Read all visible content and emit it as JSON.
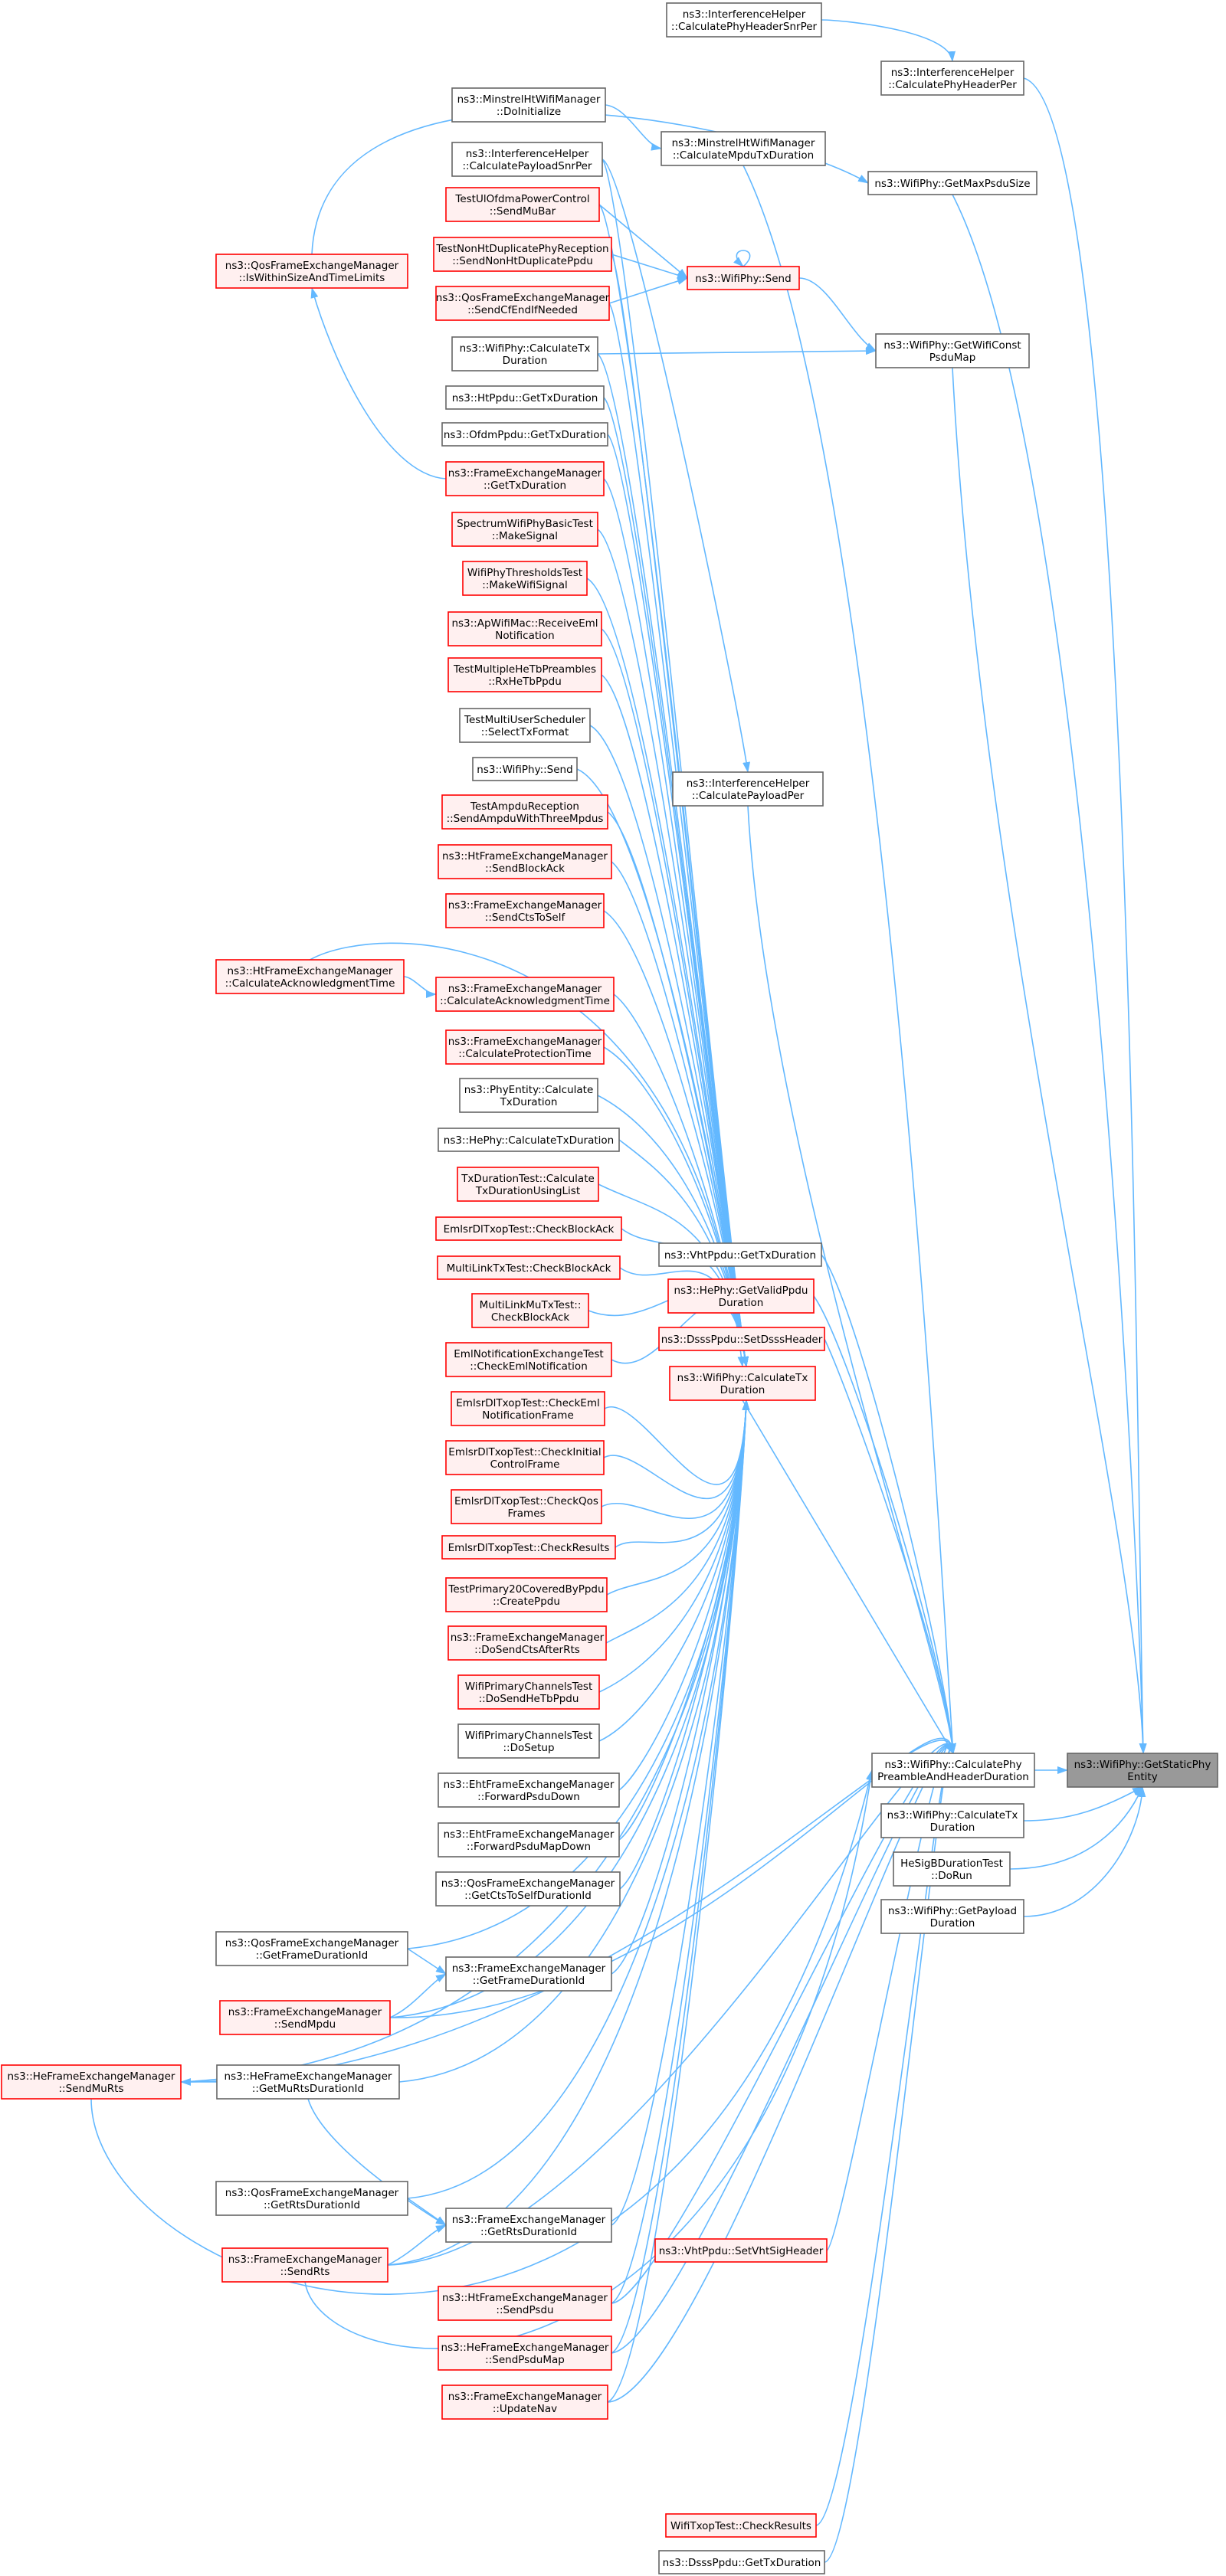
{
  "colors": {
    "edge": "#63b8ff",
    "normal_border": "#666666",
    "normal_fill": "#ffffff",
    "red_border": "#ff0000",
    "red_fill": "#fff0f0",
    "root_fill": "#999999",
    "root_border": "#666666"
  },
  "nodes": [
    {
      "id": "root",
      "style": "root",
      "lines": [
        "ns3::WifiPhy::GetStaticPhy",
        "Entity"
      ]
    },
    {
      "id": "calcPhyPreamble",
      "style": "normal",
      "lines": [
        "ns3::WifiPhy::CalculatePhy",
        "PreambleAndHeaderDuration"
      ]
    },
    {
      "id": "wifiPhyCalcTxR",
      "style": "normal",
      "lines": [
        "ns3::WifiPhy::CalculateTx",
        "Duration"
      ]
    },
    {
      "id": "heSigB",
      "style": "normal",
      "lines": [
        "HeSigBDurationTest",
        "::DoRun"
      ]
    },
    {
      "id": "getPayloadDur",
      "style": "normal",
      "lines": [
        "ns3::WifiPhy::GetPayload",
        "Duration"
      ]
    },
    {
      "id": "ihCalcPhyHdrPer",
      "style": "normal",
      "lines": [
        "ns3::InterferenceHelper",
        "::CalculatePhyHeaderPer"
      ]
    },
    {
      "id": "ihCalcPhyHdrSnr",
      "style": "normal",
      "lines": [
        "ns3::InterferenceHelper",
        "::CalculatePhyHeaderSnrPer"
      ]
    },
    {
      "id": "getMaxPsdu",
      "style": "normal",
      "lines": [
        "ns3::WifiPhy::GetMaxPsduSize"
      ]
    },
    {
      "id": "getWifiConst",
      "style": "normal",
      "lines": [
        "ns3::WifiPhy::GetWifiConst",
        "PsduMap"
      ]
    },
    {
      "id": "minstrelCalc",
      "style": "normal",
      "lines": [
        "ns3::MinstrelHtWifiManager",
        "::CalculateMpduTxDuration"
      ]
    },
    {
      "id": "minstrelInit",
      "style": "normal",
      "lines": [
        "ns3::MinstrelHtWifiManager",
        "::DoInitialize"
      ]
    },
    {
      "id": "ihPayloadSnr",
      "style": "normal",
      "lines": [
        "ns3::InterferenceHelper",
        "::CalculatePayloadSnrPer"
      ]
    },
    {
      "id": "ihPayloadPer",
      "style": "normal",
      "lines": [
        "ns3::InterferenceHelper",
        "::CalculatePayloadPer"
      ]
    },
    {
      "id": "wifiPhySendRed",
      "style": "red",
      "lines": [
        "ns3::WifiPhy::Send"
      ]
    },
    {
      "id": "ulOfdma",
      "style": "red",
      "lines": [
        "TestUlOfdmaPowerControl",
        "::SendMuBar"
      ]
    },
    {
      "id": "nonHtDup",
      "style": "red",
      "lines": [
        "TestNonHtDuplicatePhyReception",
        "::SendNonHtDuplicatePpdu"
      ]
    },
    {
      "id": "qosCfEnd",
      "style": "red",
      "lines": [
        "ns3::QosFrameExchangeManager",
        "::SendCfEndIfNeeded"
      ]
    },
    {
      "id": "qosIsWithin",
      "style": "red",
      "lines": [
        "ns3::QosFrameExchangeManager",
        "::IsWithinSizeAndTimeLimits"
      ]
    },
    {
      "id": "wifiPhyCalcTxL",
      "style": "normal",
      "lines": [
        "ns3::WifiPhy::CalculateTx",
        "Duration"
      ]
    },
    {
      "id": "htPpdu",
      "style": "normal",
      "lines": [
        "ns3::HtPpdu::GetTxDuration"
      ]
    },
    {
      "id": "ofdmPpdu",
      "style": "normal",
      "lines": [
        "ns3::OfdmPpdu::GetTxDuration"
      ]
    },
    {
      "id": "femGetTxDur",
      "style": "red",
      "lines": [
        "ns3::FrameExchangeManager",
        "::GetTxDuration"
      ]
    },
    {
      "id": "spectrumBasic",
      "style": "red",
      "lines": [
        "SpectrumWifiPhyBasicTest",
        "::MakeSignal"
      ]
    },
    {
      "id": "wifiThresh",
      "style": "red",
      "lines": [
        "WifiPhyThresholdsTest",
        "::MakeWifiSignal"
      ]
    },
    {
      "id": "apWifiMac",
      "style": "red",
      "lines": [
        "ns3::ApWifiMac::ReceiveEml",
        "Notification"
      ]
    },
    {
      "id": "multiHeTb",
      "style": "red",
      "lines": [
        "TestMultipleHeTbPreambles",
        "::RxHeTbPpdu"
      ]
    },
    {
      "id": "multiUser",
      "style": "normal",
      "lines": [
        "TestMultiUserScheduler",
        "::SelectTxFormat"
      ]
    },
    {
      "id": "wifiPhySend2",
      "style": "normal",
      "lines": [
        "ns3::WifiPhy::Send"
      ]
    },
    {
      "id": "ampduRecep",
      "style": "red",
      "lines": [
        "TestAmpduReception",
        "::SendAmpduWithThreeMpdus"
      ]
    },
    {
      "id": "htFemSendBA",
      "style": "red",
      "lines": [
        "ns3::HtFrameExchangeManager",
        "::SendBlockAck"
      ]
    },
    {
      "id": "femCtsSelf",
      "style": "red",
      "lines": [
        "ns3::FrameExchangeManager",
        "::SendCtsToSelf"
      ]
    },
    {
      "id": "htFemCalcAck",
      "style": "red",
      "lines": [
        "ns3::HtFrameExchangeManager",
        "::CalculateAcknowledgmentTime"
      ]
    },
    {
      "id": "femCalcAck",
      "style": "red",
      "lines": [
        "ns3::FrameExchangeManager",
        "::CalculateAcknowledgmentTime"
      ]
    },
    {
      "id": "femCalcProt",
      "style": "red",
      "lines": [
        "ns3::FrameExchangeManager",
        "::CalculateProtectionTime"
      ]
    },
    {
      "id": "phyEntity",
      "style": "normal",
      "lines": [
        "ns3::PhyEntity::Calculate",
        "TxDuration"
      ]
    },
    {
      "id": "hePhyCalc",
      "style": "normal",
      "lines": [
        "ns3::HePhy::CalculateTxDuration"
      ]
    },
    {
      "id": "txDurTest",
      "style": "red",
      "lines": [
        "TxDurationTest::Calculate",
        "TxDurationUsingList"
      ]
    },
    {
      "id": "emlsrCheckBA",
      "style": "red",
      "lines": [
        "EmlsrDlTxopTest::CheckBlockAck"
      ]
    },
    {
      "id": "multiLinkTx",
      "style": "red",
      "lines": [
        "MultiLinkTxTest::CheckBlockAck"
      ]
    },
    {
      "id": "multiLinkMu",
      "style": "red",
      "lines": [
        "MultiLinkMuTxTest::",
        "CheckBlockAck"
      ]
    },
    {
      "id": "emlNotif",
      "style": "red",
      "lines": [
        "EmlNotificationExchangeTest",
        "::CheckEmlNotification"
      ]
    },
    {
      "id": "emlsrEmlFrame",
      "style": "red",
      "lines": [
        "EmlsrDlTxopTest::CheckEml",
        "NotificationFrame"
      ]
    },
    {
      "id": "emlsrInitial",
      "style": "red",
      "lines": [
        "EmlsrDlTxopTest::CheckInitial",
        "ControlFrame"
      ]
    },
    {
      "id": "emlsrQos",
      "style": "red",
      "lines": [
        "EmlsrDlTxopTest::CheckQos",
        "Frames"
      ]
    },
    {
      "id": "emlsrResults",
      "style": "red",
      "lines": [
        "EmlsrDlTxopTest::CheckResults"
      ]
    },
    {
      "id": "primary20",
      "style": "red",
      "lines": [
        "TestPrimary20CoveredByPpdu",
        "::CreatePpdu"
      ]
    },
    {
      "id": "femDoSendCts",
      "style": "red",
      "lines": [
        "ns3::FrameExchangeManager",
        "::DoSendCtsAfterRts"
      ]
    },
    {
      "id": "primChHeTb",
      "style": "red",
      "lines": [
        "WifiPrimaryChannelsTest",
        "::DoSendHeTbPpdu"
      ]
    },
    {
      "id": "primChSetup",
      "style": "normal",
      "lines": [
        "WifiPrimaryChannelsTest",
        "::DoSetup"
      ]
    },
    {
      "id": "ehtFwdPsdu",
      "style": "normal",
      "lines": [
        "ns3::EhtFrameExchangeManager",
        "::ForwardPsduDown"
      ]
    },
    {
      "id": "ehtFwdMap",
      "style": "normal",
      "lines": [
        "ns3::EhtFrameExchangeManager",
        "::ForwardPsduMapDown"
      ]
    },
    {
      "id": "qosCtsSelfDur",
      "style": "normal",
      "lines": [
        "ns3::QosFrameExchangeManager",
        "::GetCtsToSelfDurationId"
      ]
    },
    {
      "id": "qosFrameDur",
      "style": "normal",
      "lines": [
        "ns3::QosFrameExchangeManager",
        "::GetFrameDurationId"
      ]
    },
    {
      "id": "femFrameDur",
      "style": "normal",
      "lines": [
        "ns3::FrameExchangeManager",
        "::GetFrameDurationId"
      ]
    },
    {
      "id": "femSendMpdu",
      "style": "red",
      "lines": [
        "ns3::FrameExchangeManager",
        "::SendMpdu"
      ]
    },
    {
      "id": "heFemSendMuRts",
      "style": "red",
      "lines": [
        "ns3::HeFrameExchangeManager",
        "::SendMuRts"
      ]
    },
    {
      "id": "heFemMuRtsDur",
      "style": "normal",
      "lines": [
        "ns3::HeFrameExchangeManager",
        "::GetMuRtsDurationId"
      ]
    },
    {
      "id": "qosRtsDur",
      "style": "normal",
      "lines": [
        "ns3::QosFrameExchangeManager",
        "::GetRtsDurationId"
      ]
    },
    {
      "id": "femRtsDur",
      "style": "normal",
      "lines": [
        "ns3::FrameExchangeManager",
        "::GetRtsDurationId"
      ]
    },
    {
      "id": "femSendRts",
      "style": "red",
      "lines": [
        "ns3::FrameExchangeManager",
        "::SendRts"
      ]
    },
    {
      "id": "htFemSendPsdu",
      "style": "red",
      "lines": [
        "ns3::HtFrameExchangeManager",
        "::SendPsdu"
      ]
    },
    {
      "id": "heFemSendMap",
      "style": "red",
      "lines": [
        "ns3::HeFrameExchangeManager",
        "::SendPsduMap"
      ]
    },
    {
      "id": "femUpdateNav",
      "style": "red",
      "lines": [
        "ns3::FrameExchangeManager",
        "::UpdateNav"
      ]
    },
    {
      "id": "vhtPpduGetTx",
      "style": "normal",
      "lines": [
        "ns3::VhtPpdu::GetTxDuration"
      ]
    },
    {
      "id": "hePhyValid",
      "style": "red",
      "lines": [
        "ns3::HePhy::GetValidPpdu",
        "Duration"
      ]
    },
    {
      "id": "dsssSetHdr",
      "style": "red",
      "lines": [
        "ns3::DsssPpdu::SetDsssHeader"
      ]
    },
    {
      "id": "wifiPhyCalcTxC",
      "style": "red",
      "lines": [
        "ns3::WifiPhy::CalculateTx",
        "Duration"
      ]
    },
    {
      "id": "vhtSetSig",
      "style": "red",
      "lines": [
        "ns3::VhtPpdu::SetVhtSigHeader"
      ]
    },
    {
      "id": "wifiTxop",
      "style": "red",
      "lines": [
        "WifiTxopTest::CheckResults"
      ]
    },
    {
      "id": "dsssGetTx",
      "style": "normal",
      "lines": [
        "ns3::DsssPpdu::GetTxDuration"
      ]
    }
  ]
}
